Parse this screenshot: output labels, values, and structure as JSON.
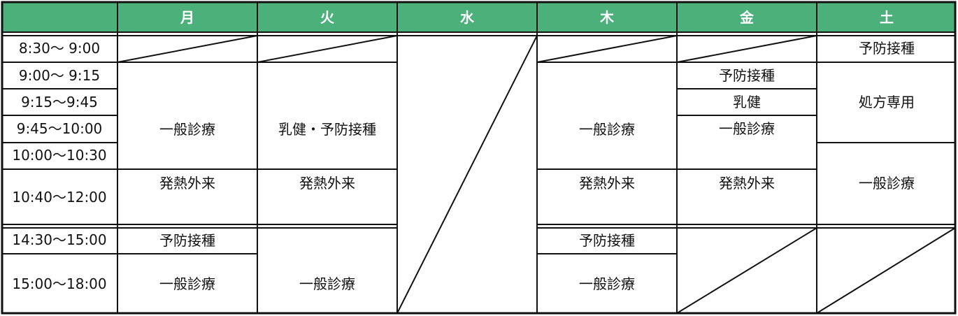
{
  "header": {
    "days": [
      "月",
      "火",
      "水",
      "木",
      "金",
      "土"
    ],
    "header_color": "#4cb07a",
    "border_color": "#111111"
  },
  "times": [
    "8:30〜 9:00",
    "9:00〜 9:15",
    "9:15〜9:45",
    "9:45〜10:00",
    "10:00〜10:30",
    "10:40〜12:00",
    "14:30〜15:00",
    "15:00〜18:00"
  ],
  "cells": {
    "mon": {
      "general_morning": "一般診療",
      "fever": "発熱外来",
      "vaccine_pm": "予防接種",
      "general_pm": "一般診療"
    },
    "tue": {
      "infant_vaccine": "乳健・予防接種",
      "fever": "発熱外来",
      "general_pm": "一般診療"
    },
    "thu": {
      "general_morning": "一般診療",
      "fever": "発熱外来",
      "vaccine_pm": "予防接種",
      "general_pm": "一般診療"
    },
    "fri": {
      "vaccine": "予防接種",
      "infant_checkup": "乳健",
      "general": "一般診療",
      "fever": "発熱外来"
    },
    "sat": {
      "vaccine": "予防接種",
      "prescription": "処方専用",
      "general": "一般診療"
    }
  }
}
